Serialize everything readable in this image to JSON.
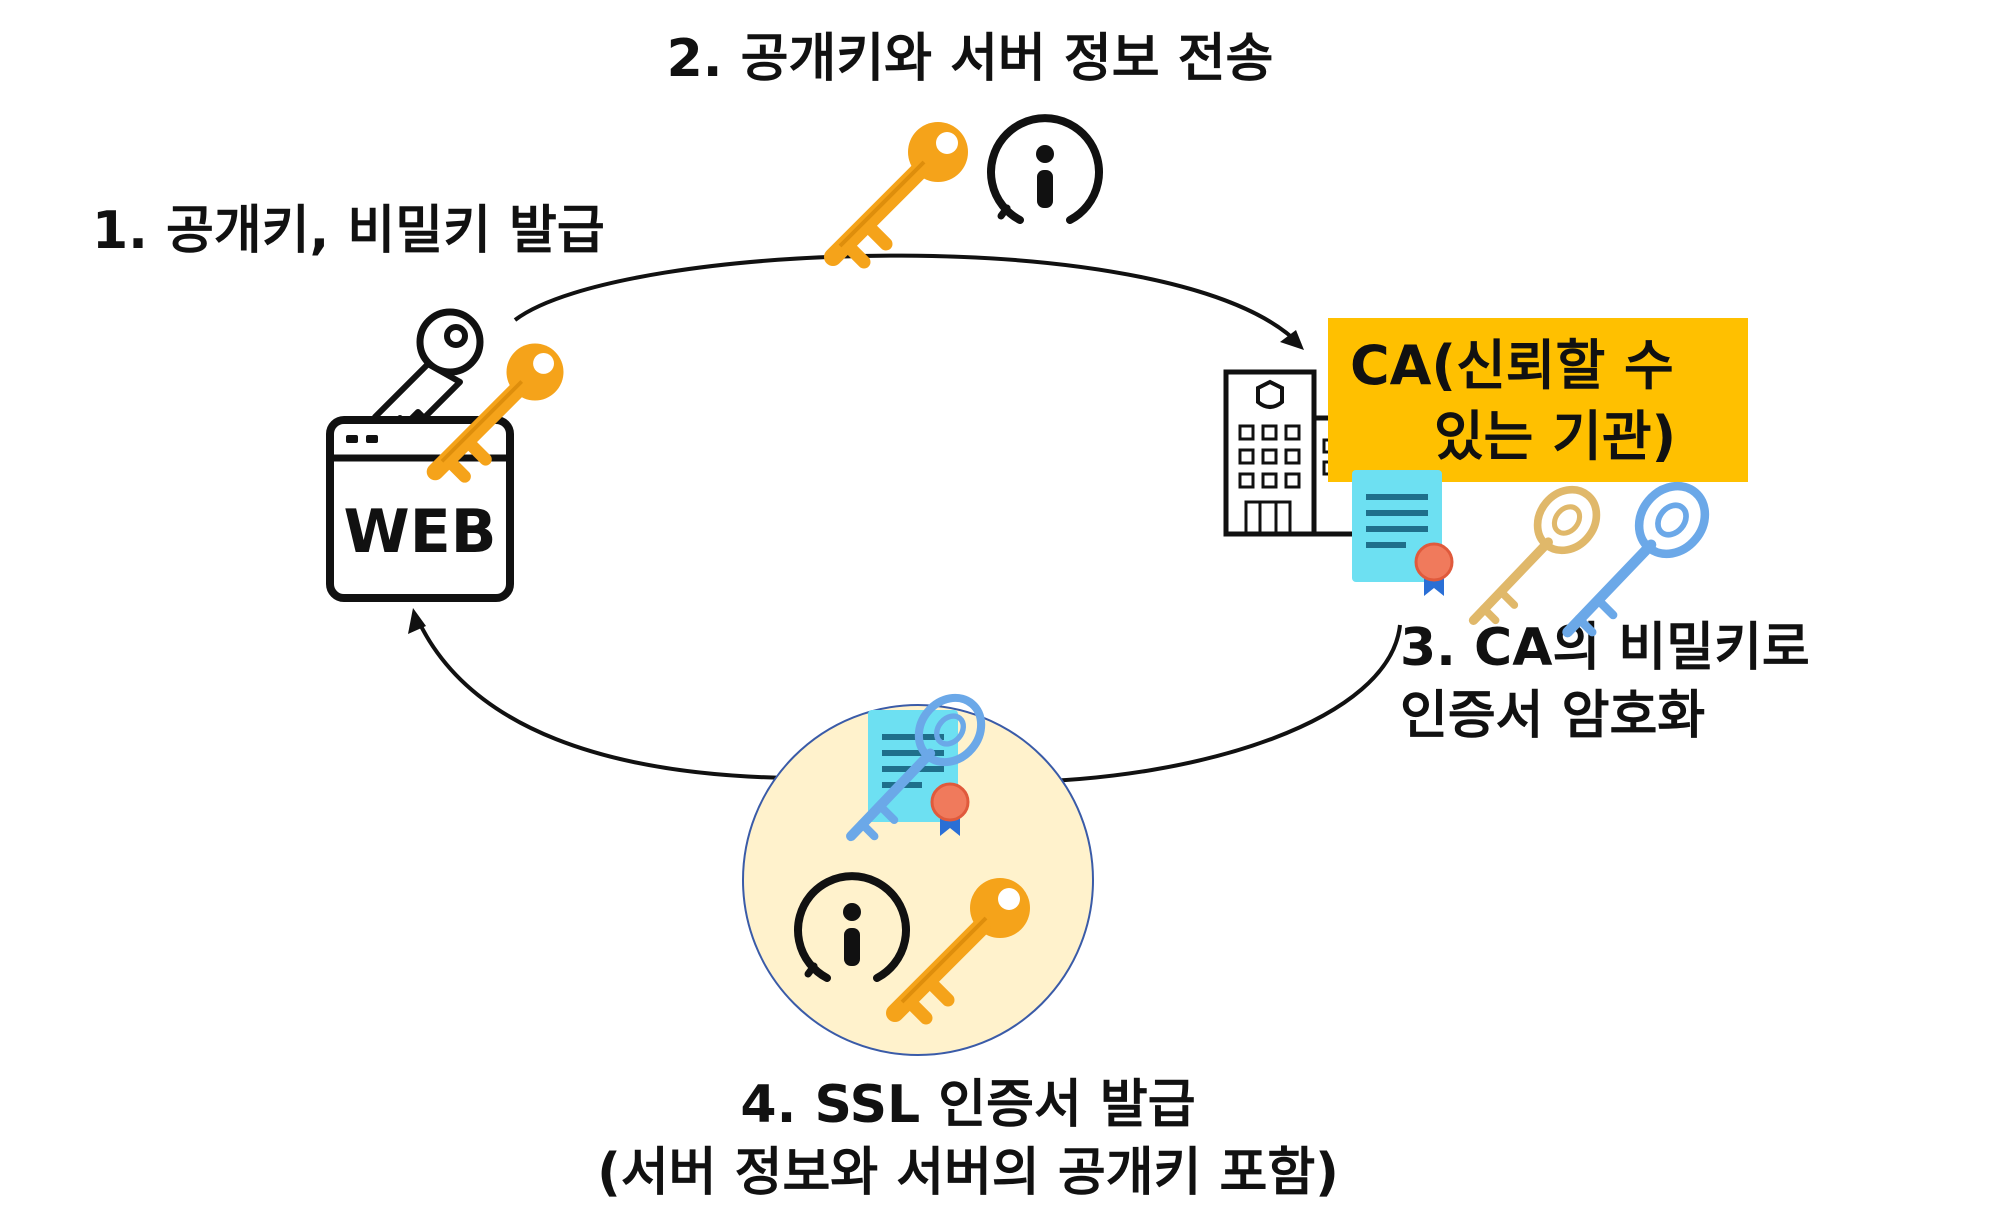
{
  "steps": {
    "step1": "1. 공개키, 비밀키 발급",
    "step2": "2. 공개키와 서버 정보 전송",
    "step3_line1": "3. CA의 비밀키로",
    "step3_line2": "인증서 암호화",
    "step4_line1": "4. SSL 인증서 발급",
    "step4_line2": "(서버 정보와 서버의 공개키 포함)"
  },
  "web": {
    "label": "WEB"
  },
  "ca": {
    "line1": "CA(신뢰할 수",
    "line2": "있는 기관)"
  },
  "icons": {
    "public_key": "orange-key-icon",
    "private_key": "outline-key-icon",
    "server_info": "info-icon",
    "certificate": "certificate-icon",
    "ca_building": "building-icon",
    "ca_private_key": "tan-key-icon",
    "ca_public_key": "blue-key-icon"
  },
  "colors": {
    "public_key": "#F5A31A",
    "ca_box": "#FFC000",
    "certificate": "#6DE0F2",
    "ribbon_seal": "#F07A5C",
    "ribbon": "#2A6FD6",
    "bundle_circle": "#FFF2CC",
    "blue_key": "#6BA8E8",
    "tan_key": "#E0B86A"
  }
}
